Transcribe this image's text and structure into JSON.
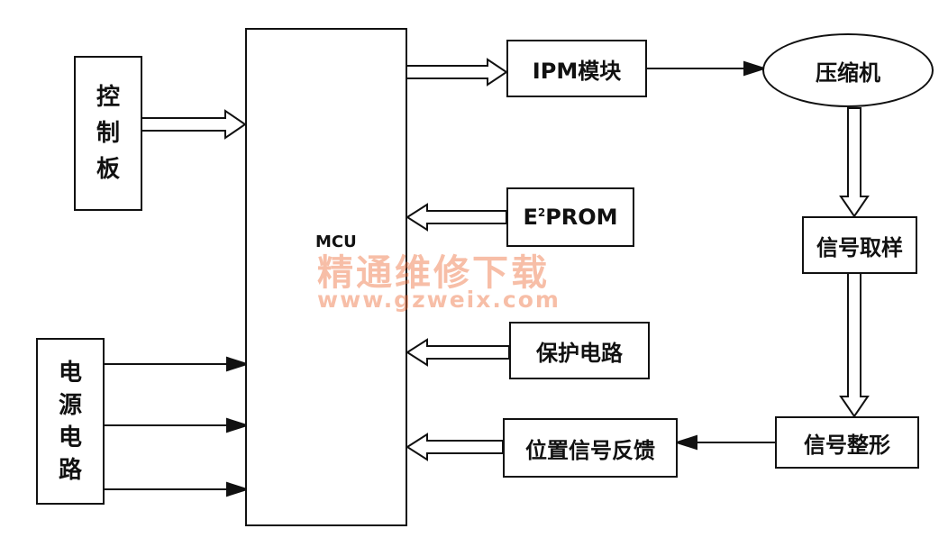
{
  "nodes": {
    "control_board": [
      "控",
      "制",
      "板"
    ],
    "power_circuit": [
      "电",
      "源",
      "电",
      "路"
    ],
    "mcu": "MCU",
    "ipm": "IPM模块",
    "compressor": "压缩机",
    "eeprom_e": "E",
    "eeprom_sup": "2",
    "eeprom_rest": "PROM",
    "protection": "保护电路",
    "signal_sampling": "信号取样",
    "signal_shaping": "信号整形",
    "position_feedback": "位置信号反馈"
  },
  "watermark": {
    "text": "精通维修下载",
    "url": "www.gzweix.com"
  }
}
